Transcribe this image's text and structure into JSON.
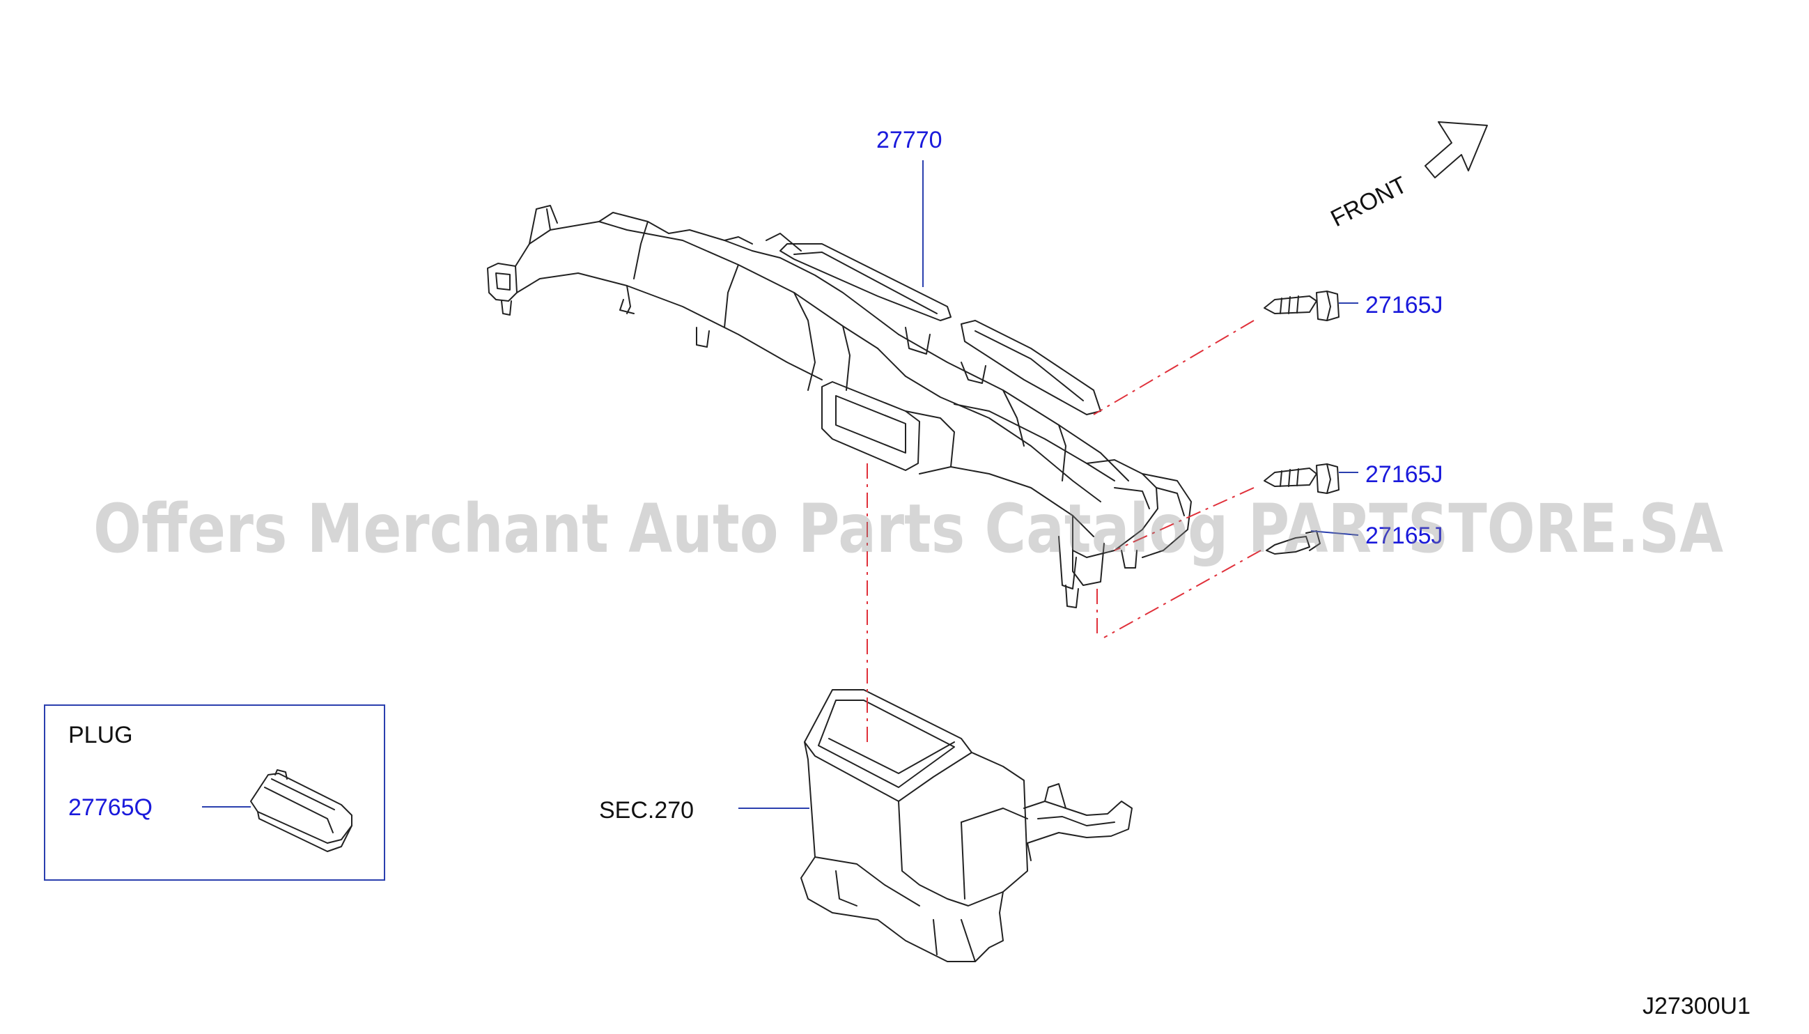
{
  "labels": {
    "part_27770": "27770",
    "part_27165J_a": "27165J",
    "part_27165J_b": "27165J",
    "part_27165J_c": "27165J",
    "front": "FRONT",
    "plug_title": "PLUG",
    "part_27765Q": "27765Q",
    "sec_270": "SEC.270",
    "diagram_code": "J27300U1"
  },
  "watermark": "Offers Merchant Auto Parts Catalog PARTSTORE.SA",
  "colors": {
    "callout_text": "#1a1adb",
    "leader_line": "#2a3fae",
    "dash_line": "#e0303a",
    "part_outline": "#222222"
  }
}
